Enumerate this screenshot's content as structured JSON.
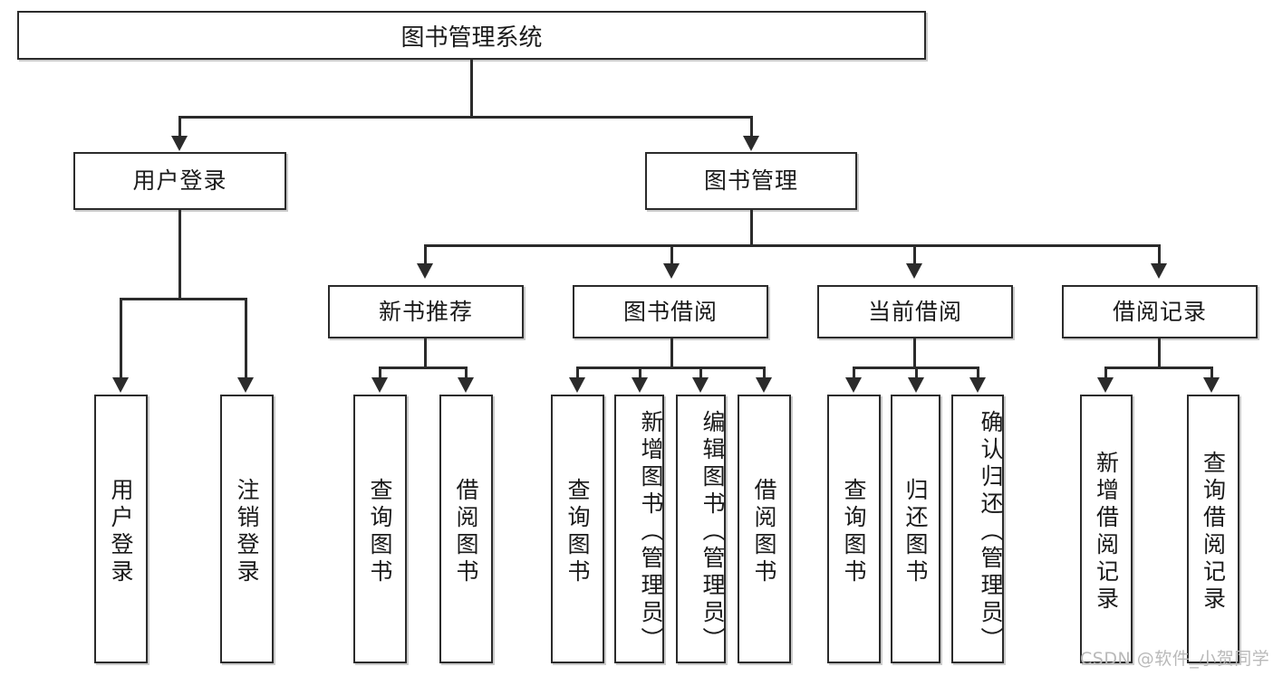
{
  "diagram": {
    "title": "图书管理系统",
    "type": "functional-hierarchy-tree",
    "root": {
      "label": "图书管理系统"
    },
    "level2": [
      {
        "label": "用户登录"
      },
      {
        "label": "图书管理"
      }
    ],
    "level3": [
      {
        "label": "新书推荐"
      },
      {
        "label": "图书借阅"
      },
      {
        "label": "当前借阅"
      },
      {
        "label": "借阅记录"
      }
    ],
    "leaves": {
      "user_login": [
        {
          "label": "用户登录"
        },
        {
          "label": "注销登录"
        }
      ],
      "new_book_recommend": [
        {
          "label": "查询图书"
        },
        {
          "label": "借阅图书"
        }
      ],
      "book_borrow": [
        {
          "label": "查询图书"
        },
        {
          "label": "新增图书（管理员）"
        },
        {
          "label": "编辑图书（管理员）"
        },
        {
          "label": "借阅图书"
        }
      ],
      "current_borrow": [
        {
          "label": "查询图书"
        },
        {
          "label": "归还图书"
        },
        {
          "label": "确认归还（管理员）"
        }
      ],
      "borrow_record": [
        {
          "label": "新增借阅记录"
        },
        {
          "label": "查询借阅记录"
        }
      ]
    }
  },
  "watermark": {
    "text": "CSDN @软件_小贺同学"
  },
  "colors": {
    "stroke": "#2b2b2b",
    "fill": "#ffffff",
    "text": "#1a1a1a",
    "watermark": "#b9b9b9"
  }
}
